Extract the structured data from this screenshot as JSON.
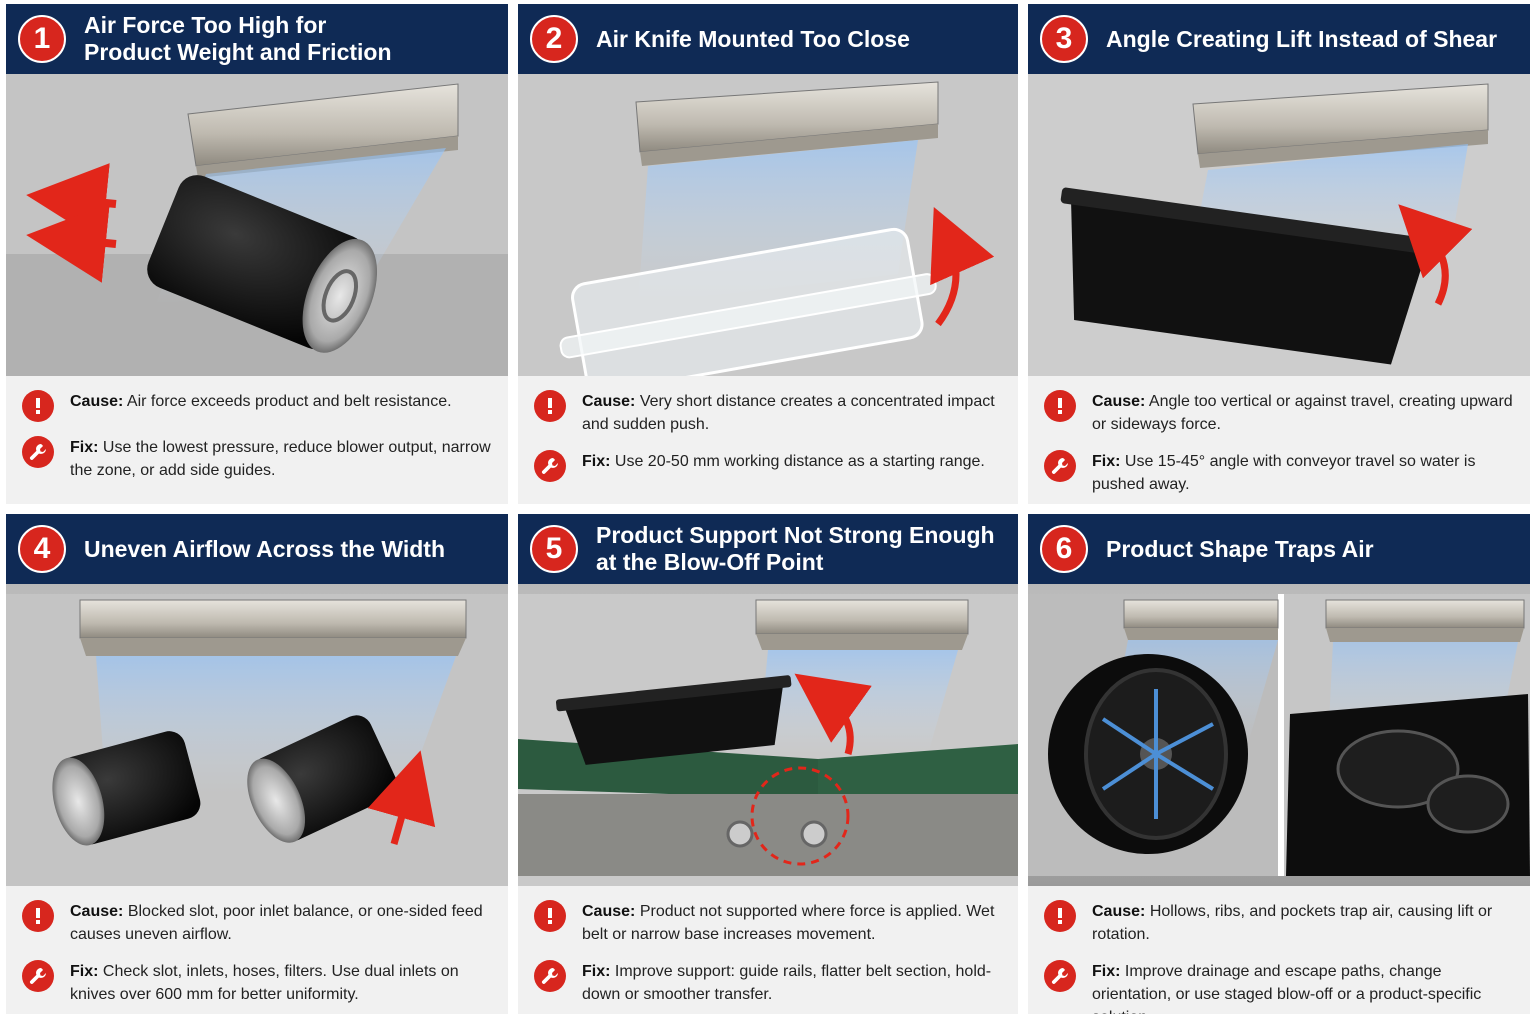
{
  "panels": [
    {
      "number": "1",
      "title": "Air Force Too High for\nProduct Weight and Friction",
      "cause_label": "Cause:",
      "cause": "Air force exceeds product and belt resistance.",
      "fix_label": "Fix:",
      "fix": "Use the lowest pressure, reduce blower output, narrow the zone, or add side guides."
    },
    {
      "number": "2",
      "title": "Air Knife Mounted Too Close",
      "cause_label": "Cause:",
      "cause": "Very short distance creates a concentrated impact and sudden push.",
      "fix_label": "Fix:",
      "fix": "Use 20-50 mm working distance as a starting range."
    },
    {
      "number": "3",
      "title": "Angle Creating Lift Instead of Shear",
      "cause_label": "Cause:",
      "cause": "Angle too vertical or against travel, creating upward or sideways force.",
      "fix_label": "Fix:",
      "fix": "Use 15-45° angle with conveyor travel so water is pushed away."
    },
    {
      "number": "4",
      "title": "Uneven Airflow Across the Width",
      "cause_label": "Cause:",
      "cause": "Blocked slot, poor inlet balance, or one-sided feed causes uneven airflow.",
      "fix_label": "Fix:",
      "fix": "Check slot, inlets, hoses, filters. Use dual inlets on knives over 600 mm for better uniformity."
    },
    {
      "number": "5",
      "title": "Product Support Not Strong Enough\nat the Blow-Off Point",
      "cause_label": "Cause:",
      "cause": "Product not supported where force is applied. Wet belt or narrow base increases movement.",
      "fix_label": "Fix:",
      "fix": "Improve support: guide rails, flatter belt section, hold-down or smoother transfer."
    },
    {
      "number": "6",
      "title": "Product Shape Traps Air",
      "cause_label": "Cause:",
      "cause": "Hollows, ribs, and pockets trap air, causing lift or rotation.",
      "fix_label": "Fix:",
      "fix": "Improve drainage and escape paths, change orientation, or use staged blow-off or a product-specific solution."
    }
  ],
  "icons": {
    "cause": "exclamation-icon",
    "fix": "wrench-icon"
  },
  "colors": {
    "header": "#0f2a55",
    "accent": "#d7261e",
    "panel_bg": "#f1f1f1"
  }
}
